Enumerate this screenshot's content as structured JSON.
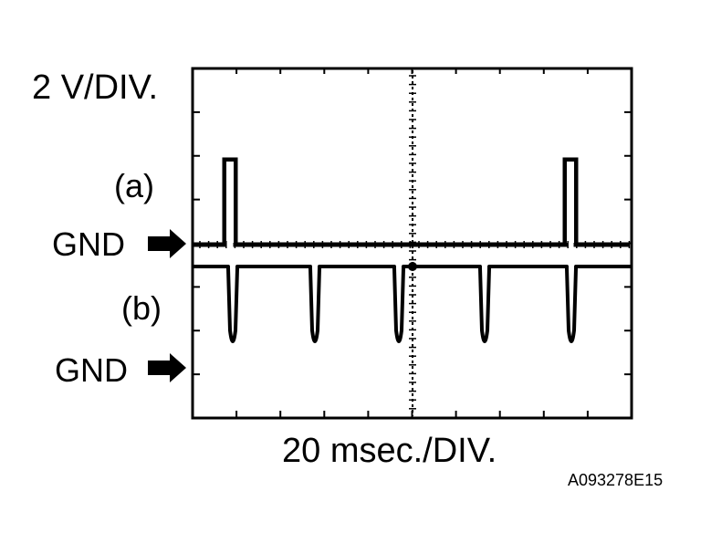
{
  "labels": {
    "volt_div": "2 V/DIV.",
    "time_div": "20 msec./DIV.",
    "trace_a": "(a)",
    "trace_b": "(b)",
    "gnd_a": "GND",
    "gnd_b": "GND",
    "figure_id": "A093278E15"
  },
  "icons": {
    "gnd_arrow": "right-arrow-icon"
  },
  "colors": {
    "trace": "#000000",
    "background": "#ffffff"
  }
}
